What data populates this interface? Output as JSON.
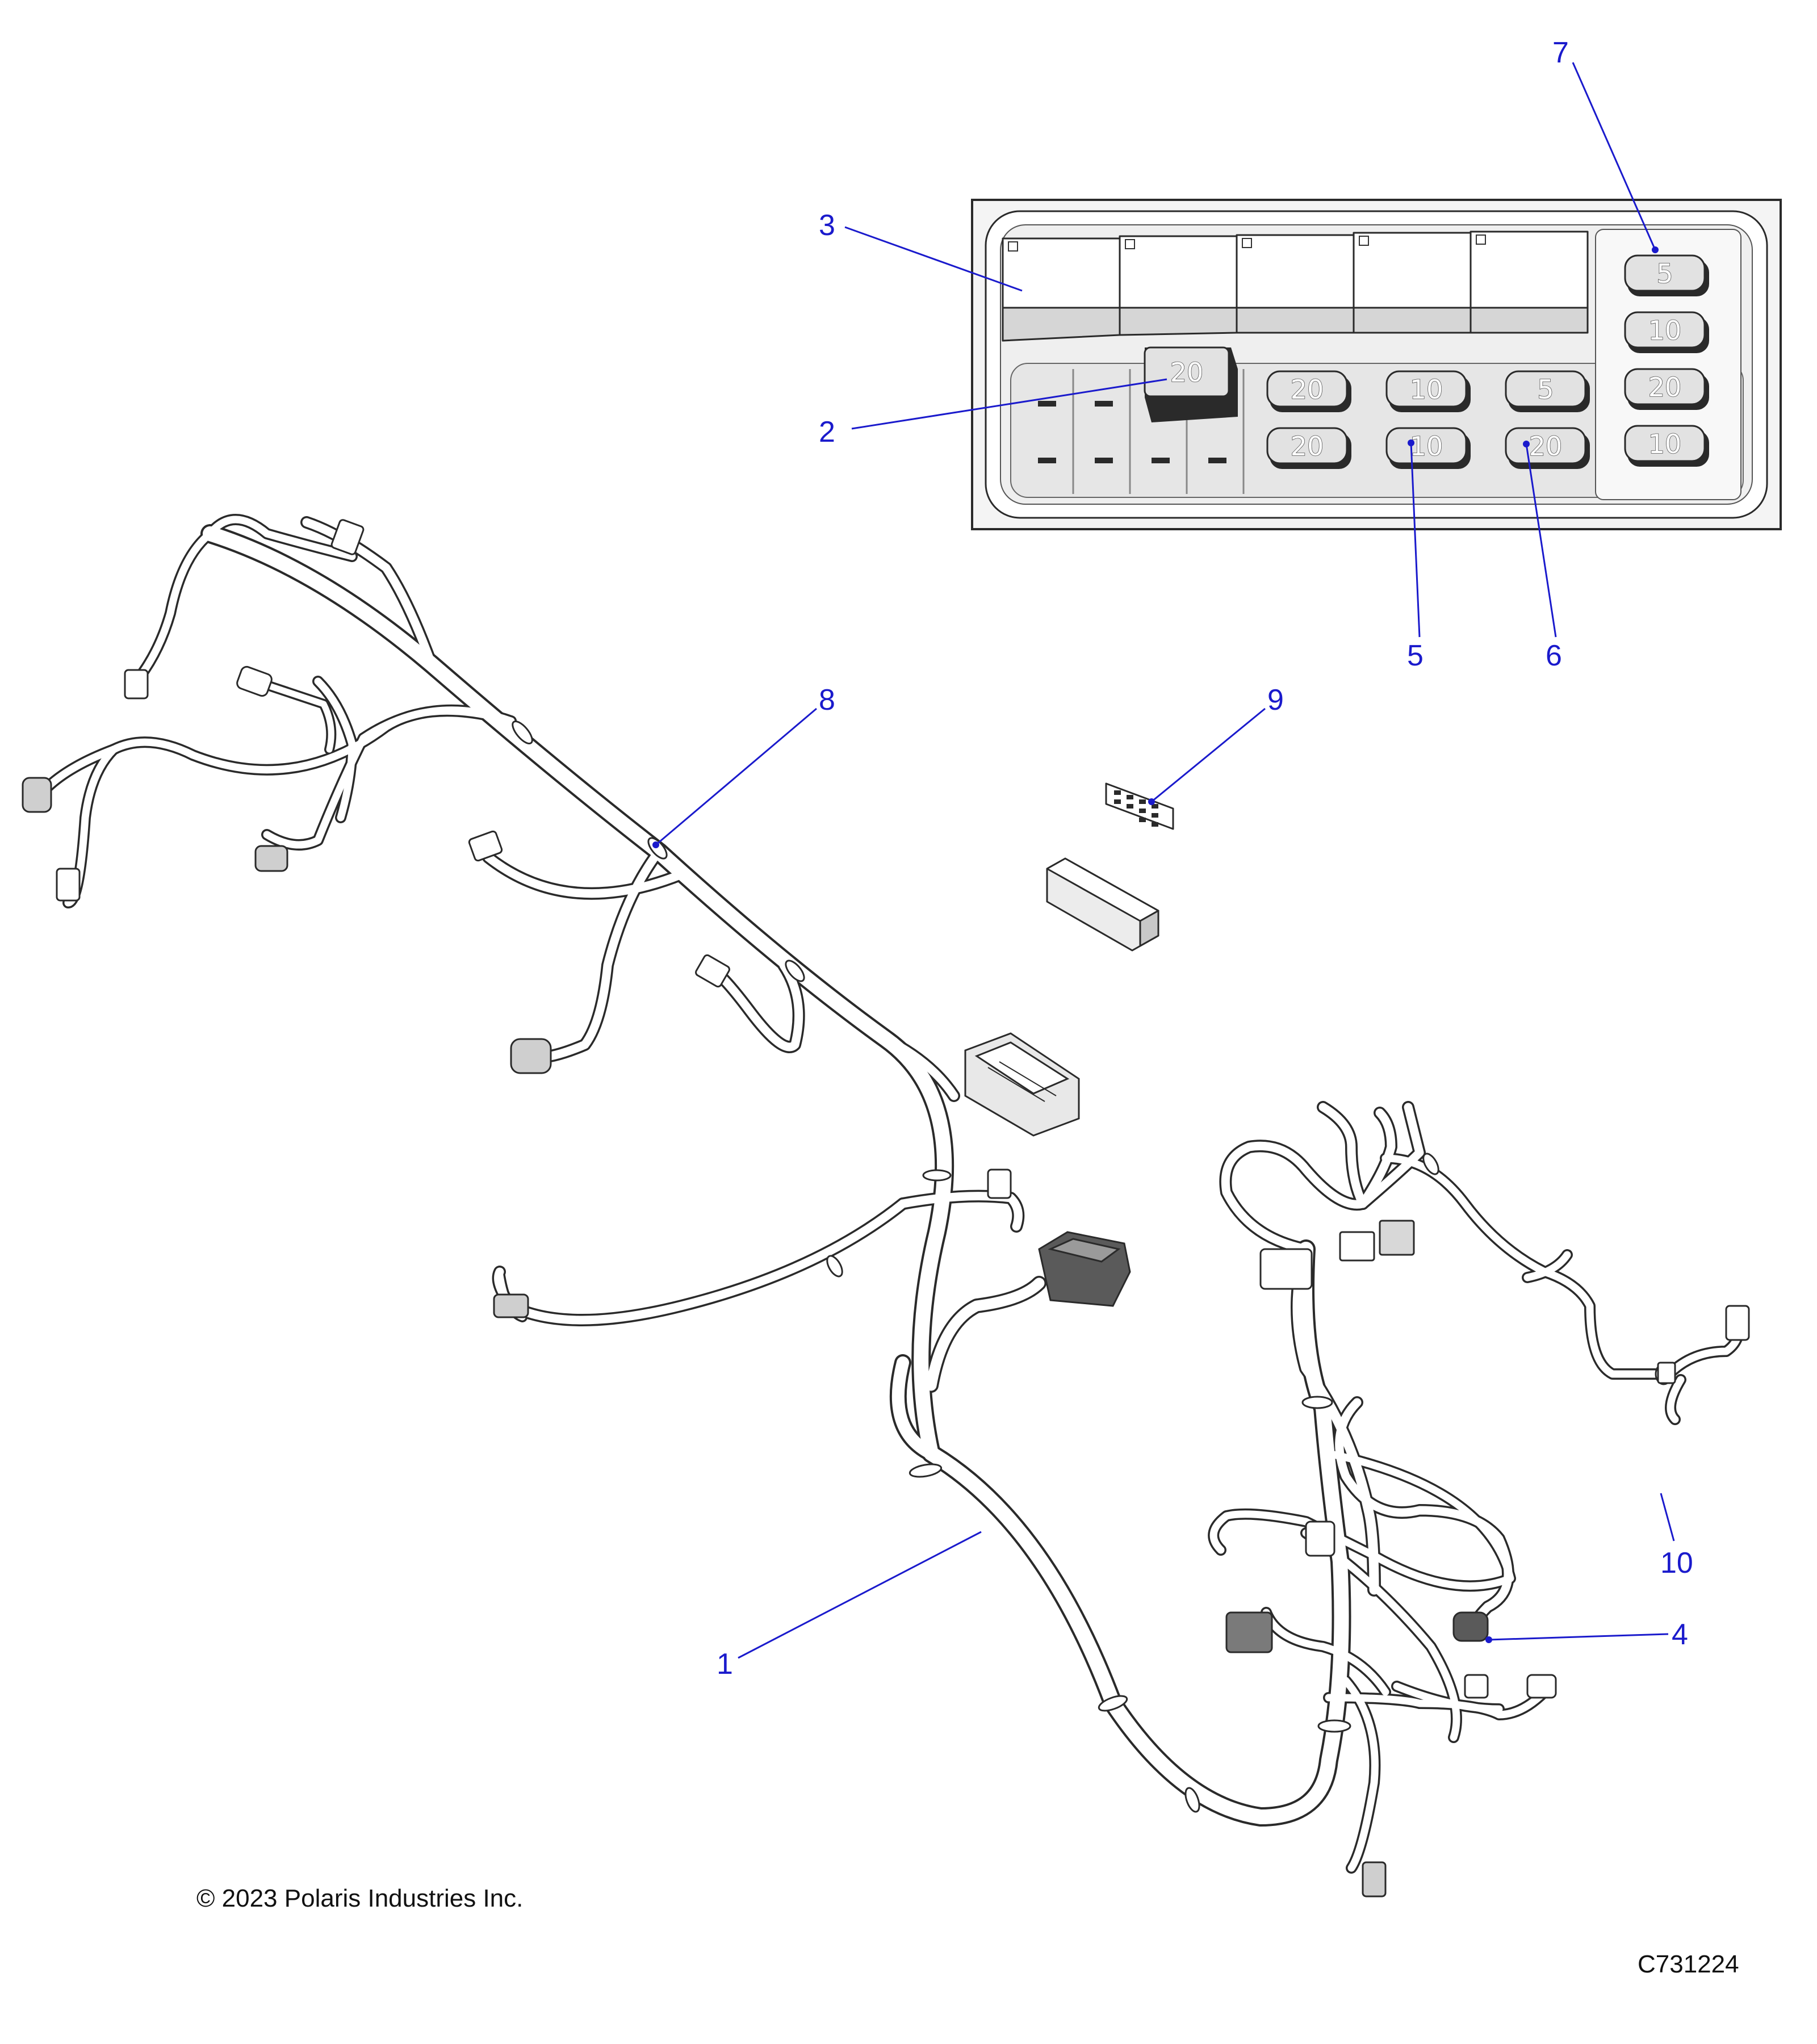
{
  "diagram": {
    "callouts": [
      {
        "id": "1",
        "label": "1"
      },
      {
        "id": "2",
        "label": "2"
      },
      {
        "id": "3",
        "label": "3"
      },
      {
        "id": "4",
        "label": "4"
      },
      {
        "id": "5",
        "label": "5"
      },
      {
        "id": "6",
        "label": "6"
      },
      {
        "id": "7",
        "label": "7"
      },
      {
        "id": "8",
        "label": "8"
      },
      {
        "id": "9",
        "label": "9"
      },
      {
        "id": "10",
        "label": "10"
      }
    ],
    "fuse_box": {
      "fuses": {
        "relay_row": "20",
        "middle_top": [
          "20",
          "10",
          "5"
        ],
        "middle_bottom": [
          "20",
          "10",
          "20"
        ],
        "right_column": [
          "5",
          "10",
          "20",
          "10"
        ]
      }
    },
    "copyright": "© 2023 Polaris Industries Inc.",
    "figure_code": "C731224",
    "colors": {
      "callout": "#1a1acc",
      "line": "#2a2a2a",
      "fill": "#ffffff",
      "shade": "#d6d6d6"
    }
  }
}
